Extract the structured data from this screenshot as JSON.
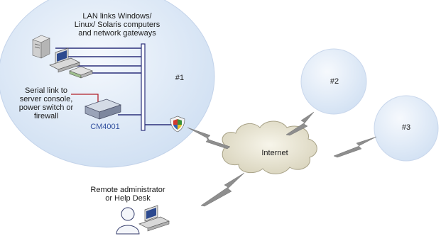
{
  "labels": {
    "lan_caption": [
      "LAN links Windows/",
      "Linux/ Solaris computers",
      "and network gateways"
    ],
    "serial_caption": [
      "Serial link to",
      "server console,",
      "power switch or",
      "firewall"
    ],
    "device_name": "CM4001",
    "site1": "#1",
    "site2": "#2",
    "site3": "#3",
    "internet": "Internet",
    "remote_caption": [
      "Remote administrator",
      "or Help Desk"
    ]
  },
  "colors": {
    "lan_bubble": "#dde8f6",
    "site_bubble": "#e3edf8",
    "cloud": "#e9e6d8",
    "link_line": "#2a2f7a",
    "lightning": "#8c8c8c",
    "device_label": "#3552a0",
    "serial_cable": "#b2202a"
  }
}
